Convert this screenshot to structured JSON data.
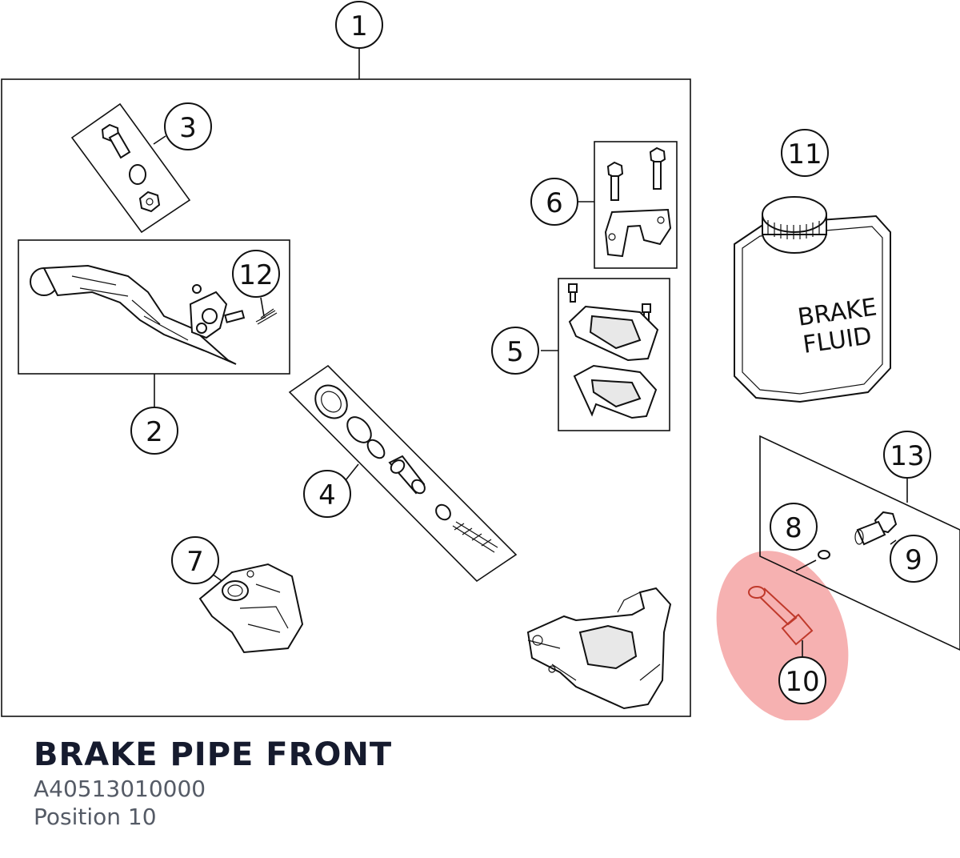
{
  "diagram": {
    "callouts": {
      "c1": "1",
      "c2": "2",
      "c3": "3",
      "c4": "4",
      "c5": "5",
      "c6": "6",
      "c7": "7",
      "c8": "8",
      "c9": "9",
      "c10": "10",
      "c11": "11",
      "c12": "12",
      "c13": "13"
    },
    "bottle_label_line1": "BRAKE",
    "bottle_label_line2": "FLUID",
    "highlight_color": "#f4a3a3"
  },
  "part_info": {
    "title": "BRAKE PIPE FRONT",
    "part_number": "A40513010000",
    "position": "Position 10"
  }
}
